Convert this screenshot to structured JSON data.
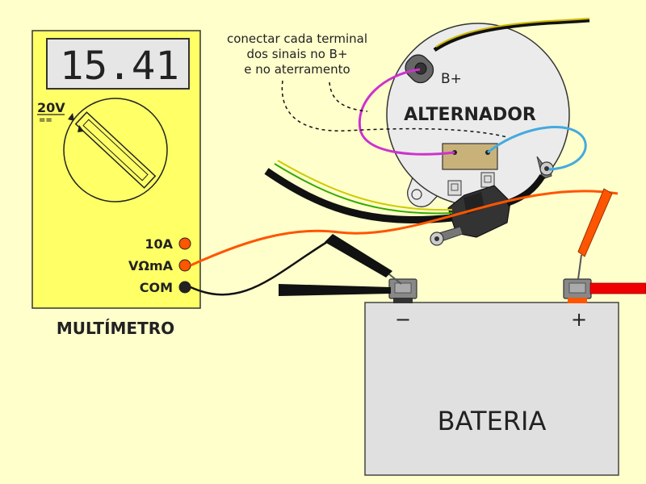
{
  "multimeter": {
    "reading": "15.41",
    "range_label": "20V",
    "range_symbol": "==",
    "jack_10a": "10A",
    "jack_vohm": "VΩmA",
    "jack_com": "COM",
    "name": "MULTÍMETRO"
  },
  "alternator": {
    "name": "ALTERNADOR",
    "terminal_label": "B+"
  },
  "note": {
    "line1": "conectar cada terminal",
    "line2": "dos sinais no B+",
    "line3": "e no aterramento"
  },
  "battery": {
    "name": "BATERIA",
    "neg_sign": "−",
    "pos_sign": "+"
  },
  "colors": {
    "background": "#ffffcc",
    "multimeter_body": "#ffff66",
    "battery_body": "#e0e0e0",
    "probe_red": "#ff5500",
    "wire_magenta": "#cc33cc",
    "wire_blue": "#44aadd",
    "cable_red": "#ee0000"
  }
}
